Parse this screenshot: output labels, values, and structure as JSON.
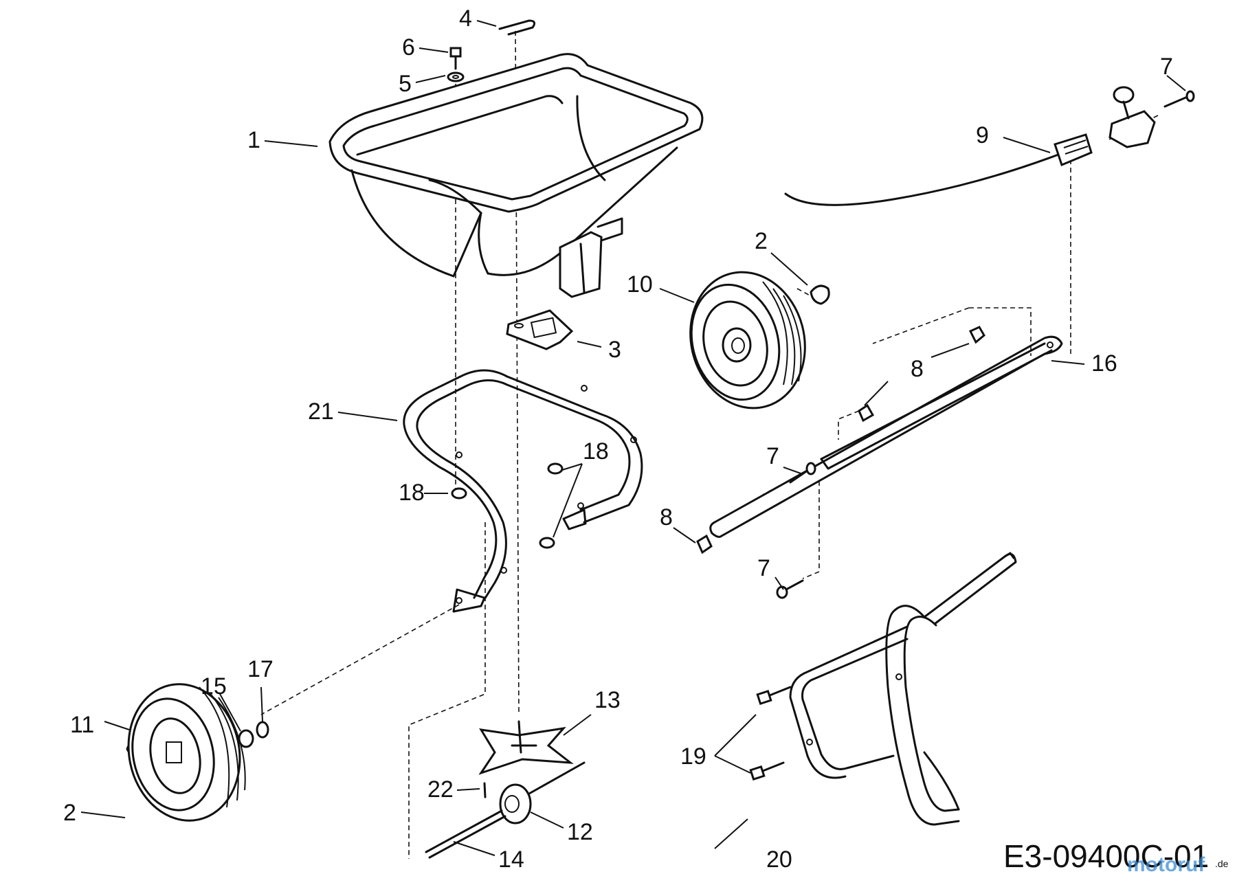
{
  "drawing_code": "E3-09400C-01",
  "watermark": "motoruf",
  "watermark_suffix": ".de",
  "callouts": {
    "c1": "1",
    "c2a": "2",
    "c2b": "2",
    "c3": "3",
    "c4": "4",
    "c5": "5",
    "c6": "6",
    "c7a": "7",
    "c7b": "7",
    "c7c": "7",
    "c8a": "8",
    "c8b": "8",
    "c9": "9",
    "c10": "10",
    "c11": "11",
    "c12": "12",
    "c13": "13",
    "c14": "14",
    "c15": "15",
    "c16": "16",
    "c17": "17",
    "c18a": "18",
    "c18b": "18",
    "c19": "19",
    "c20": "20",
    "c21": "21",
    "c22": "22"
  }
}
